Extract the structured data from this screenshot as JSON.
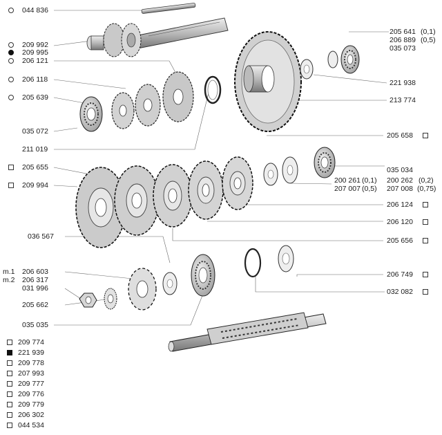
{
  "colors": {
    "ink": "#1a1a1a",
    "paper": "#ffffff",
    "line": "#555555"
  },
  "labels": {
    "p044836": "044 836",
    "p209992": "209 992",
    "p209995": "209 995",
    "p206121": "206 121",
    "p206118": "206 118",
    "p205639": "205 639",
    "p035072": "035 072",
    "p211019": "211 019",
    "p205655": "205 655",
    "p209994": "209 994",
    "p205641": "205 641",
    "v01a": "(0,1)",
    "p206889": "206 889",
    "v05a": "(0,5)",
    "p035073": "035 073",
    "p221938": "221 938",
    "p213774": "213 774",
    "p205658": "205 658",
    "p035034": "035 034",
    "p200261": "200 261",
    "v01b": "(0,1)",
    "p200262": "200 262",
    "v02": "(0,2)",
    "p207007": "207 007",
    "v05b": "(0,5)",
    "p207008": "207 008",
    "v075": "(0,75)",
    "p206124": "206 124",
    "p206120": "206 120",
    "p205656": "205 656",
    "p036567": "036 567",
    "m1": "m.1",
    "p206603": "206 603",
    "m2": "m.2",
    "p206317": "206 317",
    "p031996": "031 996",
    "p205662": "205 662",
    "p035035": "035 035",
    "p206749": "206 749",
    "p032082": "032 082"
  },
  "bottom_list": [
    "209 774",
    "221 939",
    "209 778",
    "207 993",
    "209 777",
    "209 776",
    "209 779",
    "206 302",
    "044 534"
  ]
}
